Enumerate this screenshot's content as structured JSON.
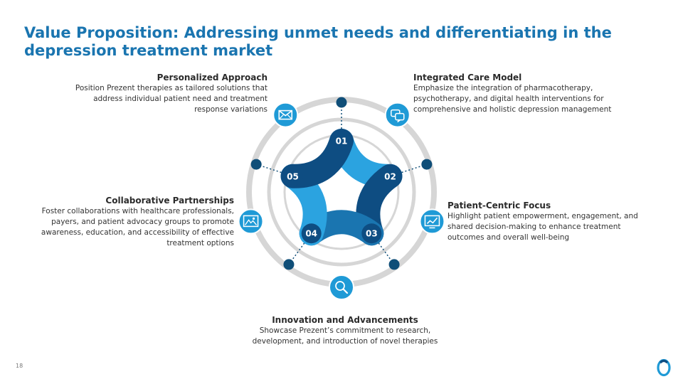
{
  "title": "Value Proposition: Addressing unmet needs and differentiating in the depression treatment market",
  "page_number": "18",
  "colors": {
    "title": "#1a75b0",
    "petal_dark": "#0e4d82",
    "petal_mid": "#1a75b0",
    "petal_light": "#2ba3e0",
    "ring": "#d6d6d6",
    "icon_circle": "#1f9ad6",
    "dot_dark": "#0f4e78"
  },
  "segments": [
    {
      "number": "01",
      "title": "Personalized Approach",
      "icon": "envelope-icon",
      "body": [
        "Position Prezent therapies as tailored solutions that",
        "address individual patient need and treatment",
        "response variations"
      ]
    },
    {
      "number": "02",
      "title": "Integrated Care Model",
      "icon": "chat-bubbles-icon",
      "body": [
        "Emphasize the integration of pharmacotherapy,",
        "psychotherapy, and digital health interventions for",
        "comprehensive and holistic depression management"
      ]
    },
    {
      "number": "03",
      "title": "Patient-Centric Focus",
      "icon": "trend-chart-icon",
      "body": [
        "Highlight patient empowerment, engagement, and",
        "shared decision-making to enhance treatment",
        "outcomes and overall well-being"
      ]
    },
    {
      "number": "04",
      "title": "Innovation and Advancements",
      "icon": "search-icon",
      "body": [
        "Showcase Prezent’s commitment to research,",
        "development, and introduction of novel therapies"
      ]
    },
    {
      "number": "05",
      "title": "Collaborative Partnerships",
      "icon": "landscape-image-icon",
      "body": [
        "Foster collaborations with healthcare professionals,",
        "payers, and patient advocacy groups to promote",
        "awareness, education, and accessibility of effective",
        "treatment options"
      ]
    }
  ],
  "logo": "prezent-logo"
}
